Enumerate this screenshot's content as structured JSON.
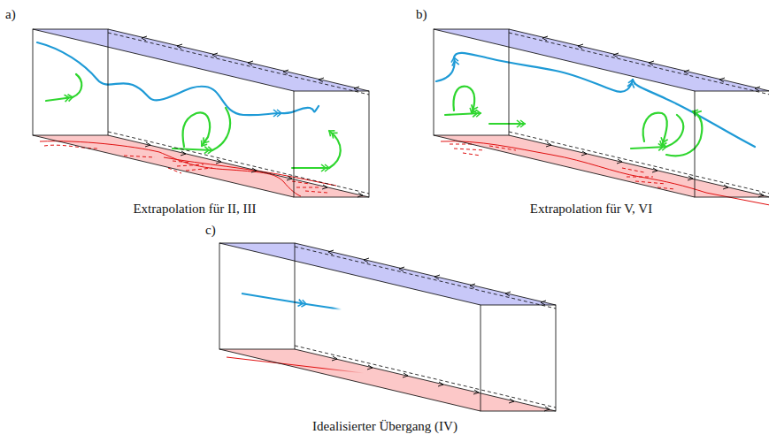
{
  "diagram": {
    "labels": [
      "a)",
      "Extrapolation für II, III",
      "b)",
      "Extrapolation für V, VI",
      "c)",
      "Idealisierter Übergang (IV)"
    ]
  }
}
